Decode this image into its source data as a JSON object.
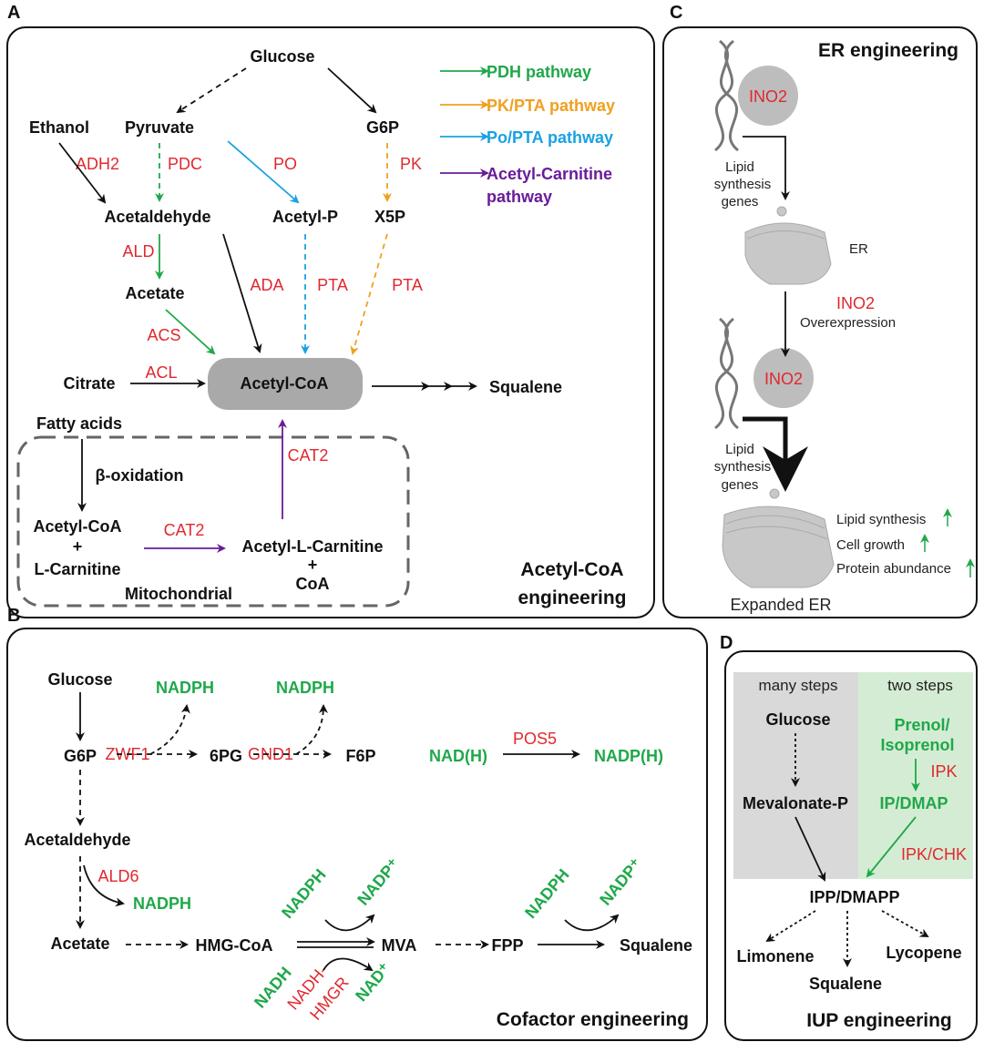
{
  "colors": {
    "enzyme": "#e0282e",
    "pdh": "#1fa84a",
    "pkpta": "#f0a020",
    "popta": "#1ba1e2",
    "carnitine": "#6a1b9a",
    "cofactor": "#1fa84a"
  },
  "a": {
    "label": "A",
    "glucose": "Glucose",
    "ethanol": "Ethanol",
    "pyruvate": "Pyruvate",
    "g6p": "G6P",
    "adh2": "ADH2",
    "pdc": "PDC",
    "po": "PO",
    "pk": "PK",
    "acetaldehyde": "Acetaldehyde",
    "acetylp": "Acetyl-P",
    "x5p": "X5P",
    "ald": "ALD",
    "acetate": "Acetate",
    "ada": "ADA",
    "pta1": "PTA",
    "pta2": "PTA",
    "acs": "ACS",
    "acl": "ACL",
    "citrate": "Citrate",
    "acetylcoa": "Acetyl-CoA",
    "squalene": "Squalene",
    "fatty": "Fatty acids",
    "cat2a": "CAT2",
    "boxidation": "β-oxidation",
    "macetylcoa": "Acetyl-CoA",
    "plus1": "+",
    "lcarnitine": "L-Carnitine",
    "cat2b": "CAT2",
    "alc": "Acetyl-L-Carnitine",
    "plus2": "+",
    "coa": "CoA",
    "mito": "Mitochondrial",
    "title1": "Acetyl-CoA",
    "title2": "engineering",
    "legend": [
      {
        "label": "PDH pathway"
      },
      {
        "label": "PK/PTA pathway"
      },
      {
        "label": "Po/PTA pathway"
      },
      {
        "label": "Acetyl-Carnitine",
        "label2": "pathway"
      }
    ]
  },
  "c": {
    "label": "C",
    "title": "ER engineering",
    "ino2a": "INO2",
    "lipid1": "Lipid",
    "synth1": "synthesis",
    "genes1": "genes",
    "er": "ER",
    "ino2b": "INO2",
    "overexp": "Overexpression",
    "ino2c": "INO2",
    "lipid2": "Lipid",
    "synth2": "synthesis",
    "genes2": "genes",
    "eff1": "Lipid synthesis",
    "eff2": "Cell growth",
    "eff3": "Protein abundance",
    "expanded": "Expanded ER"
  },
  "b": {
    "label": "B",
    "glucose": "Glucose",
    "g6p": "G6P",
    "zwf1": "ZWF1",
    "nadph1": "NADPH",
    "pg6": "6PG",
    "gnd1": "GND1",
    "nadph2": "NADPH",
    "f6p": "F6P",
    "nadh": "NAD(H)",
    "pos5": "POS5",
    "nadph_p": "NADP(H)",
    "acetaldehyde": "Acetaldehyde",
    "ald6": "ALD6",
    "nadph3": "NADPH",
    "acetate": "Acetate",
    "hmgcoa": "HMG-CoA",
    "mva": "MVA",
    "fpp": "FPP",
    "squalene": "Squalene",
    "nadph4": "NADPH",
    "nadp1": "NADP⁺",
    "nadh2": "NADH",
    "nadhhmgr1": "NADH-",
    "nadhhmgr2": "HMGR",
    "nad": "NAD⁺",
    "nadph5": "NADPH",
    "nadp2": "NADP⁺",
    "title": "Cofactor engineering"
  },
  "d": {
    "label": "D",
    "many": "many steps",
    "two": "two steps",
    "glucose": "Glucose",
    "prenol": "Prenol/",
    "isoprenol": "Isoprenol",
    "ipk": "IPK",
    "mevp": "Mevalonate-P",
    "ipdmap": "IP/DMAP",
    "ipkchk": "IPK/CHK",
    "ippdmapp": "IPP/DMAPP",
    "limonene": "Limonene",
    "squalene": "Squalene",
    "lycopene": "Lycopene",
    "title": "IUP engineering"
  }
}
